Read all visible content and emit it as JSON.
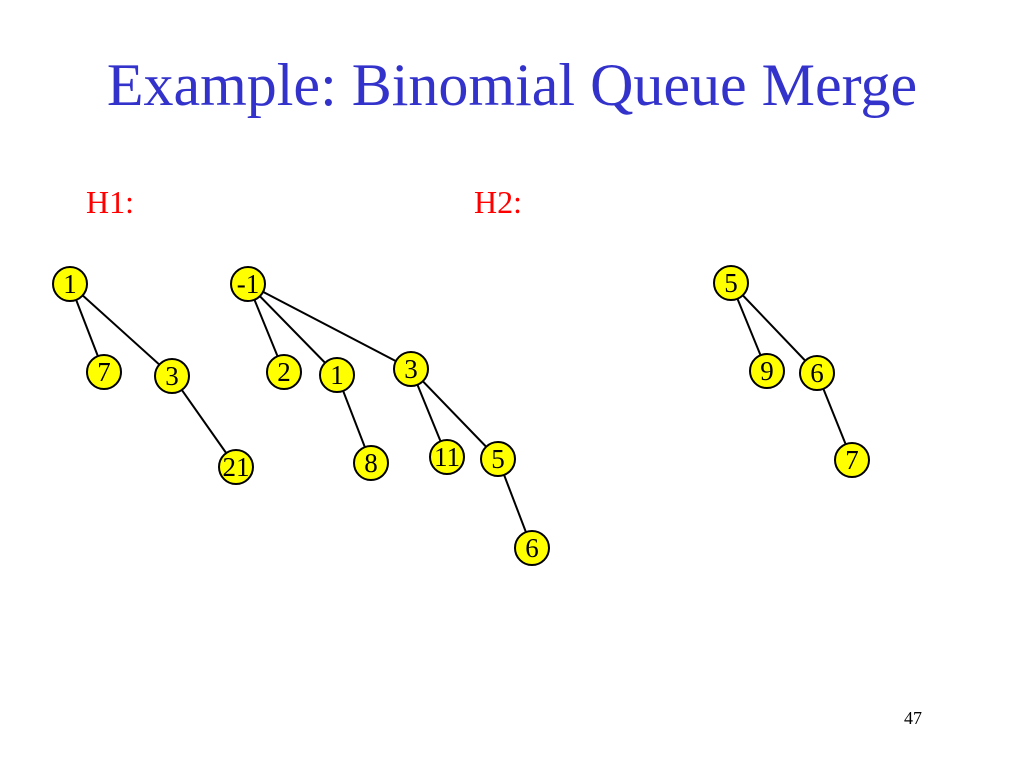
{
  "title": "Example: Binomial Queue Merge",
  "labels": {
    "h1": "H1:",
    "h2": "H2:"
  },
  "slide_number": "47",
  "colors": {
    "title": "#3333cc",
    "heap_label": "#ff0000",
    "node_fill": "#ffff00",
    "node_stroke": "#000000",
    "edge": "#000000"
  },
  "heaps": {
    "h1": [
      {
        "key": "1",
        "children": [
          {
            "key": "7"
          },
          {
            "key": "3",
            "children": [
              {
                "key": "21"
              }
            ]
          }
        ]
      },
      {
        "key": "-1",
        "children": [
          {
            "key": "2"
          },
          {
            "key": "1",
            "children": [
              {
                "key": "8"
              }
            ]
          },
          {
            "key": "3",
            "children": [
              {
                "key": "11"
              },
              {
                "key": "5",
                "children": [
                  {
                    "key": "6"
                  }
                ]
              }
            ]
          }
        ]
      }
    ],
    "h2": [
      {
        "key": "5",
        "children": [
          {
            "key": "9"
          },
          {
            "key": "6",
            "children": [
              {
                "key": "7"
              }
            ]
          }
        ]
      }
    ]
  }
}
